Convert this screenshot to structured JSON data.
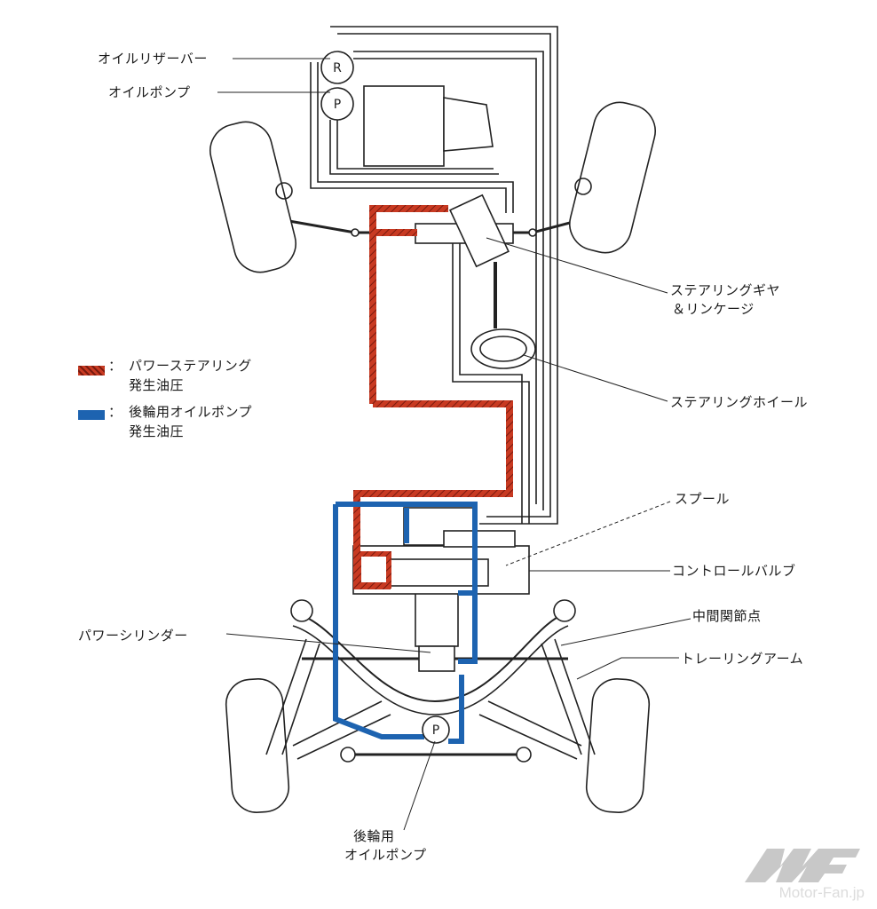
{
  "labels": {
    "oil_reservoir": "オイルリザーバー",
    "oil_pump": "オイルポンプ",
    "steering_gear_1": "ステアリングギヤ",
    "steering_gear_2": "＆リンケージ",
    "steering_wheel": "ステアリングホイール",
    "spool": "スプール",
    "control_valve": "コントロールバルブ",
    "middle_joint": "中間関節点",
    "trailing_arm": "トレーリングアーム",
    "power_cylinder": "パワーシリンダー",
    "rear_pump_1": "後輪用",
    "rear_pump_2": "オイルポンプ",
    "reservoir_mark": "R",
    "pump_mark": "P",
    "rear_pump_mark": "P"
  },
  "legend": [
    {
      "line1": "パワーステアリング",
      "line2": "発生油圧",
      "color": "#c83a22"
    },
    {
      "line1": "後輪用オイルポンプ",
      "line2": "発生油圧",
      "color": "#1d63b0"
    }
  ],
  "legend_sep": "：",
  "watermark": {
    "text": "Motor-Fan.jp",
    "logo": "MF"
  }
}
